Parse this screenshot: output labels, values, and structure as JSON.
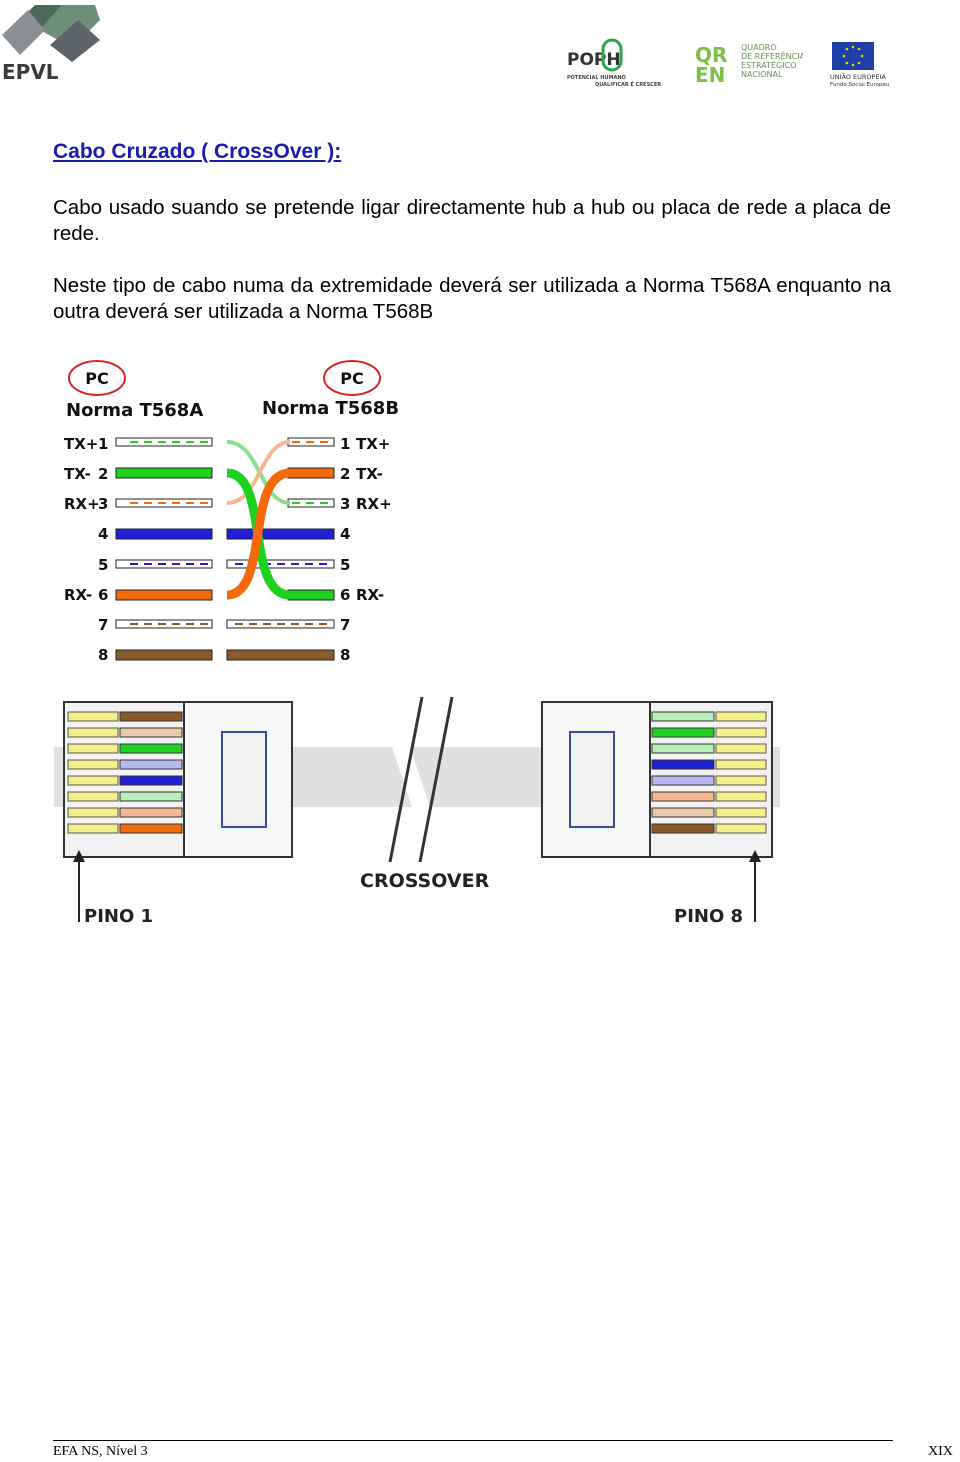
{
  "header": {
    "logo_text": "EPVL",
    "poph_logo": "POPH",
    "poph_sub1": "POTENCIAL HUMANO",
    "poph_sub2": "QUALIFICAR É CRESCER",
    "qren_logo": "QREN",
    "qren_lines": [
      "QUADRO",
      "DE REFERÊNCIA",
      "ESTRATÉGICO",
      "NACIONAL"
    ],
    "eu_lines": [
      "UNIÃO EUROPEIA",
      "Fundo Social Europeu"
    ]
  },
  "section": {
    "heading": "Cabo Cruzado ( CrossOver ):",
    "paragraph1": "Cabo usado suando se pretende ligar directamente hub a hub ou placa de rede a placa de rede.",
    "paragraph2": "Neste tipo de cabo numa da extremidade deverá ser utilizada a Norma T568A enquanto na outra deverá ser utilizada a Norma T568B"
  },
  "diagram1": {
    "left": {
      "pc": "PC",
      "norma": "Norma T568A"
    },
    "right": {
      "pc": "PC",
      "norma": "Norma T568B"
    },
    "left_pins": [
      {
        "label": "TX+",
        "n": "1"
      },
      {
        "label": "TX-",
        "n": "2"
      },
      {
        "label": "RX+",
        "n": "3"
      },
      {
        "label": "",
        "n": "4"
      },
      {
        "label": "",
        "n": "5"
      },
      {
        "label": "RX-",
        "n": "6"
      },
      {
        "label": "",
        "n": "7"
      },
      {
        "label": "",
        "n": "8"
      }
    ],
    "right_pins": [
      {
        "label": "TX+",
        "n": "1"
      },
      {
        "label": "TX-",
        "n": "2"
      },
      {
        "label": "RX+",
        "n": "3"
      },
      {
        "label": "",
        "n": "4"
      },
      {
        "label": "",
        "n": "5"
      },
      {
        "label": "RX-",
        "n": "6"
      },
      {
        "label": "",
        "n": "7"
      },
      {
        "label": "",
        "n": "8"
      }
    ],
    "colors": {
      "green": "#1fd11f",
      "orange": "#f26a0c",
      "blue": "#1f1fd6",
      "brown": "#8b5a2b"
    }
  },
  "diagram2": {
    "crossover": "CROSSOVER",
    "pin1": "PINO 1",
    "pin8": "PINO 8"
  },
  "footer": {
    "left": "EFA NS, Nível 3",
    "right": "XIX"
  }
}
